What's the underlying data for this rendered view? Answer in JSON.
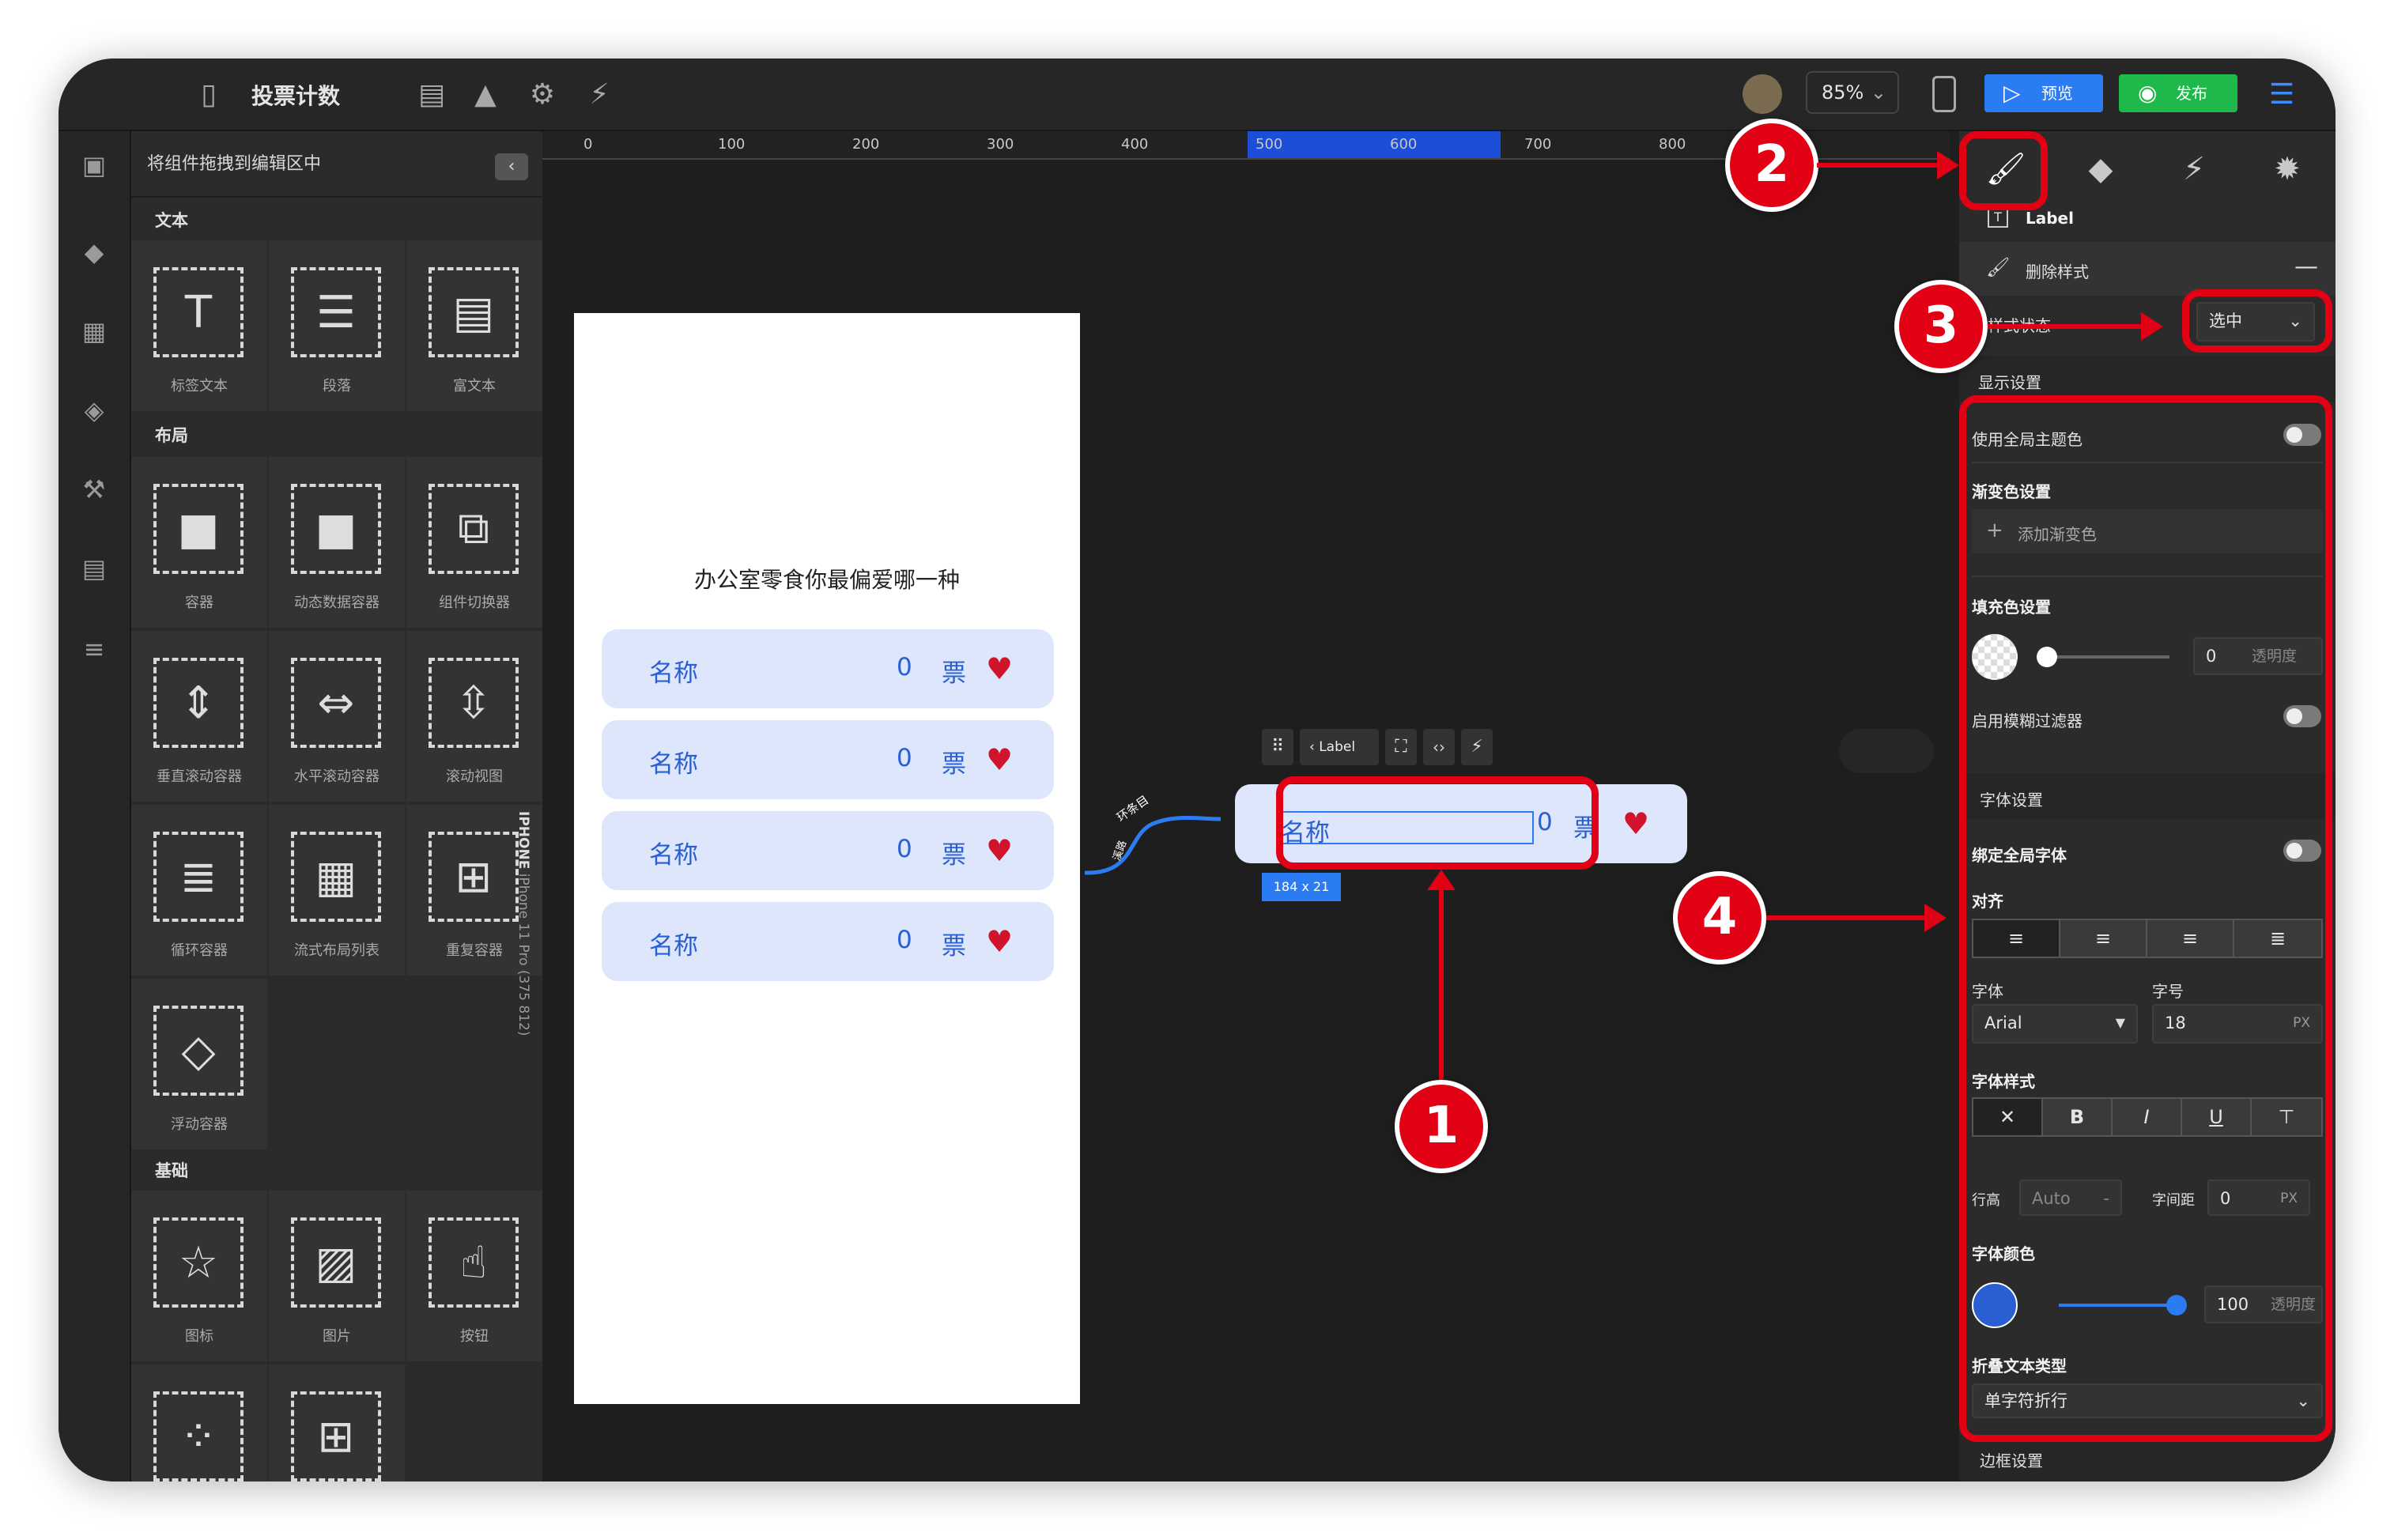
{
  "topbar": {
    "title": "投票计数",
    "zoom": "85%",
    "preview_label": "预览",
    "publish_label": "发布"
  },
  "left_panel": {
    "header": "将组件拖拽到编辑区中",
    "sections": {
      "text": "文本",
      "layout": "布局",
      "basic": "基础"
    },
    "text_items": [
      "标签文本",
      "段落",
      "富文本"
    ],
    "layout_items": [
      "容器",
      "动态数据容器",
      "组件切换器",
      "垂直滚动容器",
      "水平滚动容器",
      "滚动视图",
      "循环容器",
      "流式布局列表",
      "重复容器",
      "浮动容器"
    ],
    "basic_items": [
      "图标",
      "图片",
      "按钮"
    ]
  },
  "ruler": {
    "ticks": [
      "0",
      "100",
      "200",
      "300",
      "400",
      "500",
      "600",
      "700",
      "800"
    ]
  },
  "phone": {
    "device_label": "iPhone 11 Pro (375 812)",
    "device_label_prefix": "IPHONE",
    "question": "办公室零食你最偏爱哪一种",
    "rows": [
      {
        "name": "名称",
        "count": "0",
        "unit": "票"
      },
      {
        "name": "名称",
        "count": "0",
        "unit": "票"
      },
      {
        "name": "名称",
        "count": "0",
        "unit": "票"
      },
      {
        "name": "名称",
        "count": "0",
        "unit": "票"
      }
    ]
  },
  "selected": {
    "toolbar_label": "Label",
    "text": "名称",
    "count": "0",
    "unit": "票",
    "size": "184 x 21",
    "loop_label": "环条目",
    "loop_sub": "溪路"
  },
  "right_panel": {
    "component_name": "Label",
    "delete_style": "删除样式",
    "state_label": "样式状态",
    "state_value": "选中",
    "display_settings": "显示设置",
    "use_global_theme": "使用全局主题色",
    "gradient_settings": "渐变色设置",
    "add_gradient": "添加渐变色",
    "fill_settings": "填充色设置",
    "fill_opacity_value": "0",
    "opacity_placeholder": "透明度",
    "blur_filter": "启用模糊过滤器",
    "font_settings": "字体设置",
    "bind_global_font": "绑定全局字体",
    "align_label": "对齐",
    "font_label": "字体",
    "font_value": "Arial",
    "size_label": "字号",
    "size_value": "18",
    "size_unit": "PX",
    "font_style_label": "字体样式",
    "font_styles": [
      "B",
      "I",
      "U"
    ],
    "line_height_label": "行高",
    "line_height_value": "Auto",
    "line_height_suffix": "-",
    "letter_spacing_label": "字间距",
    "letter_spacing_value": "0",
    "letter_spacing_unit": "PX",
    "font_color_label": "字体颜色",
    "font_color": "#2a5fd1",
    "font_opacity_value": "100",
    "fold_type_label": "折叠文本类型",
    "fold_type_value": "单字符折行",
    "border_settings": "边框设置"
  },
  "annotations": [
    "1",
    "2",
    "3",
    "4"
  ],
  "colors": {
    "accent_red": "#e10014",
    "preview": "#2b7cf3",
    "publish": "#1fb84a",
    "text_blue": "#2a5fd1",
    "heart": "#d0142b"
  }
}
